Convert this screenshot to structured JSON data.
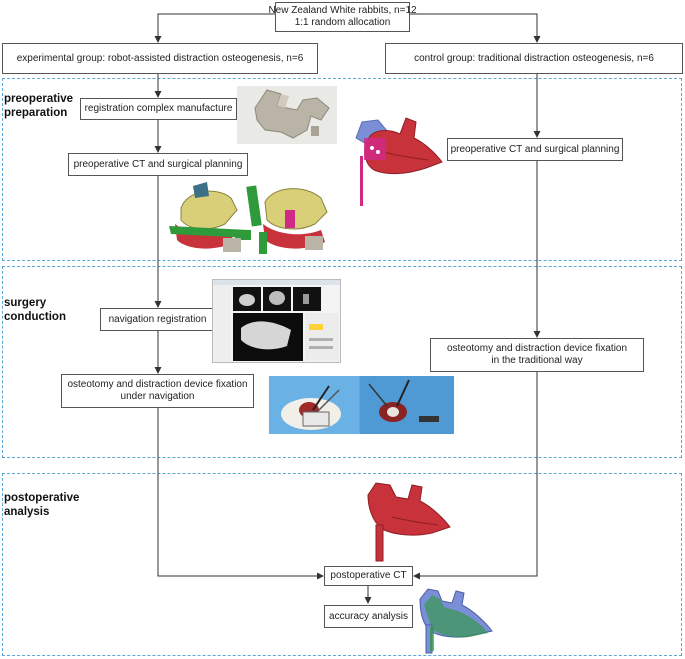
{
  "root": {
    "line1": "New Zealand White rabbits, n=12",
    "line2": "1:1 random allocation"
  },
  "groups": {
    "experimental": "experimental group: robot-assisted distraction osteogenesis, n=6",
    "control": "control group: traditional distraction osteogenesis, n=6"
  },
  "sections": {
    "preop": [
      "preoperative",
      "preparation"
    ],
    "surgery": [
      "surgery",
      "conduction"
    ],
    "postop": [
      "postoperative",
      "analysis"
    ]
  },
  "steps": {
    "registration_complex": "registration complex manufacture",
    "ct_planning_exp": "preoperative CT and surgical planning",
    "ct_planning_ctrl": "preoperative CT and surgical planning",
    "nav_registration": "navigation registration",
    "osteotomy_nav": [
      "osteotomy and distraction device fixation",
      "under navigation"
    ],
    "osteotomy_trad": [
      "osteotomy and distraction device fixation",
      "in the traditional way"
    ],
    "postop_ct": "postoperative CT",
    "accuracy": "accuracy analysis"
  },
  "colors": {
    "section_border": "#5aa8d6",
    "arrow": "#333333",
    "bone_red": "#c8323a",
    "bone_yellow": "#d8cf78",
    "device_green": "#2f9a3a",
    "marker_magenta": "#d02a86",
    "overlay_blue": "#7b8fd6",
    "surgical_drape": "#5fa8e0"
  },
  "figures": [
    "registration-complex-render",
    "skull-with-marker-render",
    "planning-renders",
    "navigation-software-screenshot",
    "surgery-photos",
    "postop-skull-render",
    "superimposition-render"
  ]
}
